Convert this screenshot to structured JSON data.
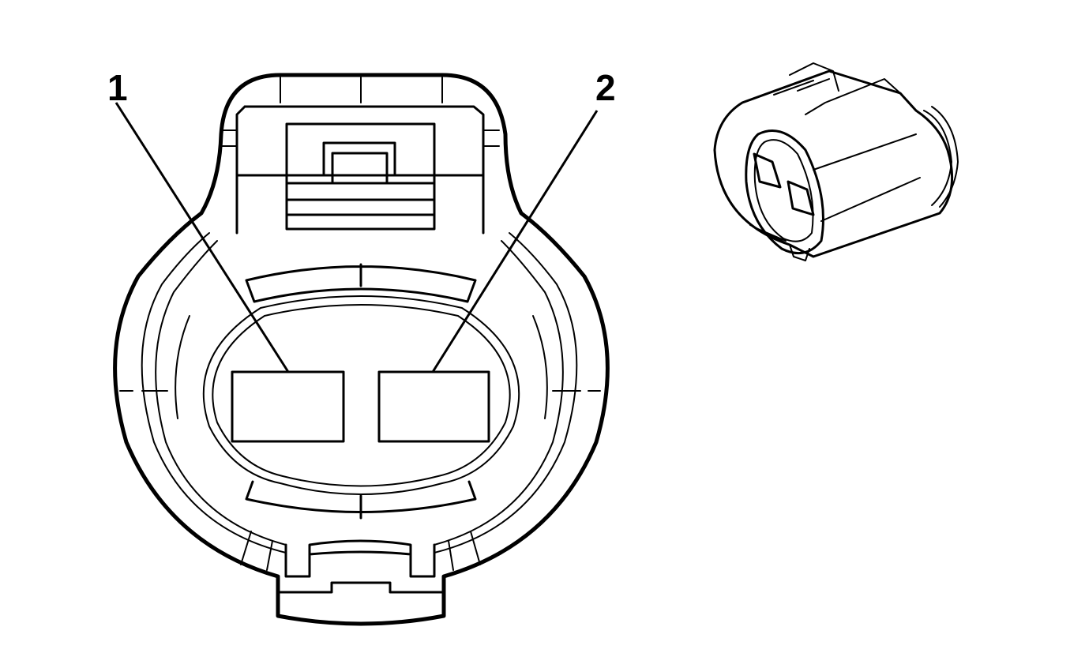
{
  "diagram": {
    "title": "2-way electrical connector end view with terminal callouts",
    "callouts": [
      {
        "id": "1",
        "label": "1",
        "target": "terminal-cavity-1"
      },
      {
        "id": "2",
        "label": "2",
        "target": "terminal-cavity-2"
      }
    ],
    "views": [
      {
        "name": "connector-face-view",
        "terminals": 2
      },
      {
        "name": "connector-isometric-view",
        "terminals": 2
      }
    ],
    "colors": {
      "line": "#000000",
      "background": "#ffffff"
    }
  }
}
